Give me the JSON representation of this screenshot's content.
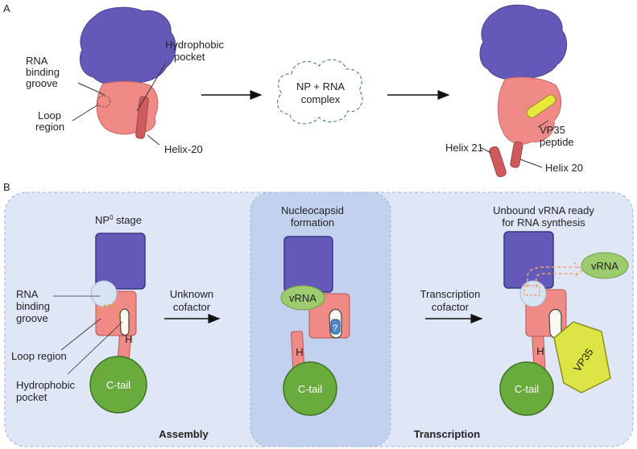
{
  "panel_a": {
    "letter": "A",
    "labels": {
      "rna_groove_1": "RNA",
      "rna_groove_2": "binding",
      "rna_groove_3": "groove",
      "hydrophobic_1": "Hydrophobic",
      "hydrophobic_2": "pocket",
      "loop_1": "Loop",
      "loop_2": "region",
      "helix20_left": "Helix-20",
      "complex_1": "NP + RNA",
      "complex_2": "complex",
      "helix21": "Helix 21",
      "vp35_1": "VP35",
      "vp35_2": "peptide",
      "helix20_right": "Helix 20"
    }
  },
  "panel_b": {
    "letter": "B",
    "stage1": {
      "title_main": "NP",
      "title_sup": "0",
      "title_rest": " stage",
      "rna_groove_1": "RNA",
      "rna_groove_2": "binding",
      "rna_groove_3": "groove",
      "loop": "Loop region",
      "hydrophobic_1": "Hydrophobic",
      "hydrophobic_2": "pocket",
      "helix": "H",
      "ctail": "C-tail"
    },
    "arrow1_1": "Unknown",
    "arrow1_2": "cofactor",
    "stage2": {
      "title_1": "Nucleocapsid",
      "title_2": "formation",
      "vrna": "vRNA",
      "question": "?",
      "helix": "H",
      "ctail": "C-tail"
    },
    "arrow2_1": "Transcription",
    "arrow2_2": "cofactor",
    "stage3": {
      "title_1": "Unbound vRNA ready",
      "title_2": "for RNA synthesis",
      "vrna": "vRNA",
      "helix": "H",
      "ctail": "C-tail",
      "vp35": "VP35"
    },
    "assembly": "Assembly",
    "transcription": "Transcription"
  },
  "colors": {
    "np_core_blue": "#6459b8",
    "np_lobe_pink": "#f08a86",
    "ctail_green": "#6aab3e",
    "vp35_yellow": "#dde445",
    "vrna_green": "#9ccc6e",
    "panel_bg": "#dfe6f6",
    "center_bg": "#c2d2ee"
  }
}
